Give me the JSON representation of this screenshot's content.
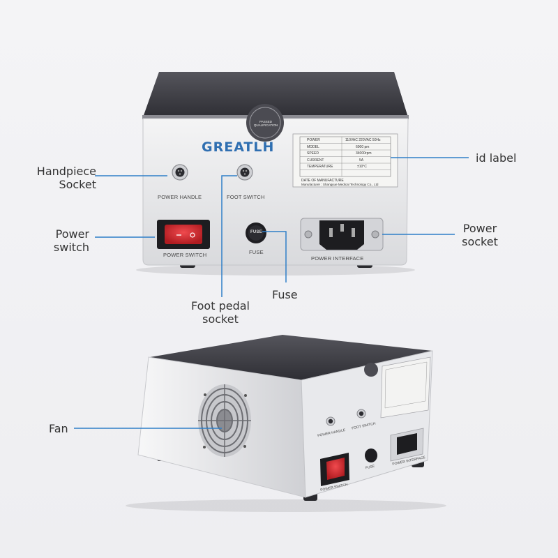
{
  "brand": "GREATLH",
  "stamp": "PASSED QUALIFICATION",
  "panel": {
    "power_handle": "POWER HANDLE",
    "foot_switch": "FOOT SWITCH",
    "power_switch": "POWER SWITCH",
    "fuse": "FUSE",
    "power_interface": "POWER INTERFACE",
    "fuse_cap": "FUSE"
  },
  "id_label": {
    "rows": [
      {
        "k": "POWER",
        "v": "110VAC 220VAC 50Hz"
      },
      {
        "k": "MODEL",
        "v": "6000 pm"
      },
      {
        "k": "SPEED",
        "v": "34000rpm"
      },
      {
        "k": "CURRENT",
        "v": "5A"
      },
      {
        "k": "TEMPERATURE",
        "v": "±10°C"
      },
      {
        "k": "DATE OF MANUFACTURE",
        "v": ""
      }
    ],
    "manufacturer": "Manufacturer : Shangyue Medical Technology Co., Ltd"
  },
  "callouts": {
    "handpiece_line1": "Handpiece",
    "handpiece_line2": "Socket",
    "power_switch_line1": "Power",
    "power_switch_line2": "switch",
    "foot_line1": "Foot pedal",
    "foot_line2": "socket",
    "fuse": "Fuse",
    "id_label": "id label",
    "power_socket_line1": "Power",
    "power_socket_line2": "socket",
    "fan": "Fan"
  },
  "colors": {
    "callout_line": "#2f7fc8",
    "brand": "#2f6fb1",
    "switch_red": "#d4262b",
    "top_dark": "#3a3a40"
  }
}
